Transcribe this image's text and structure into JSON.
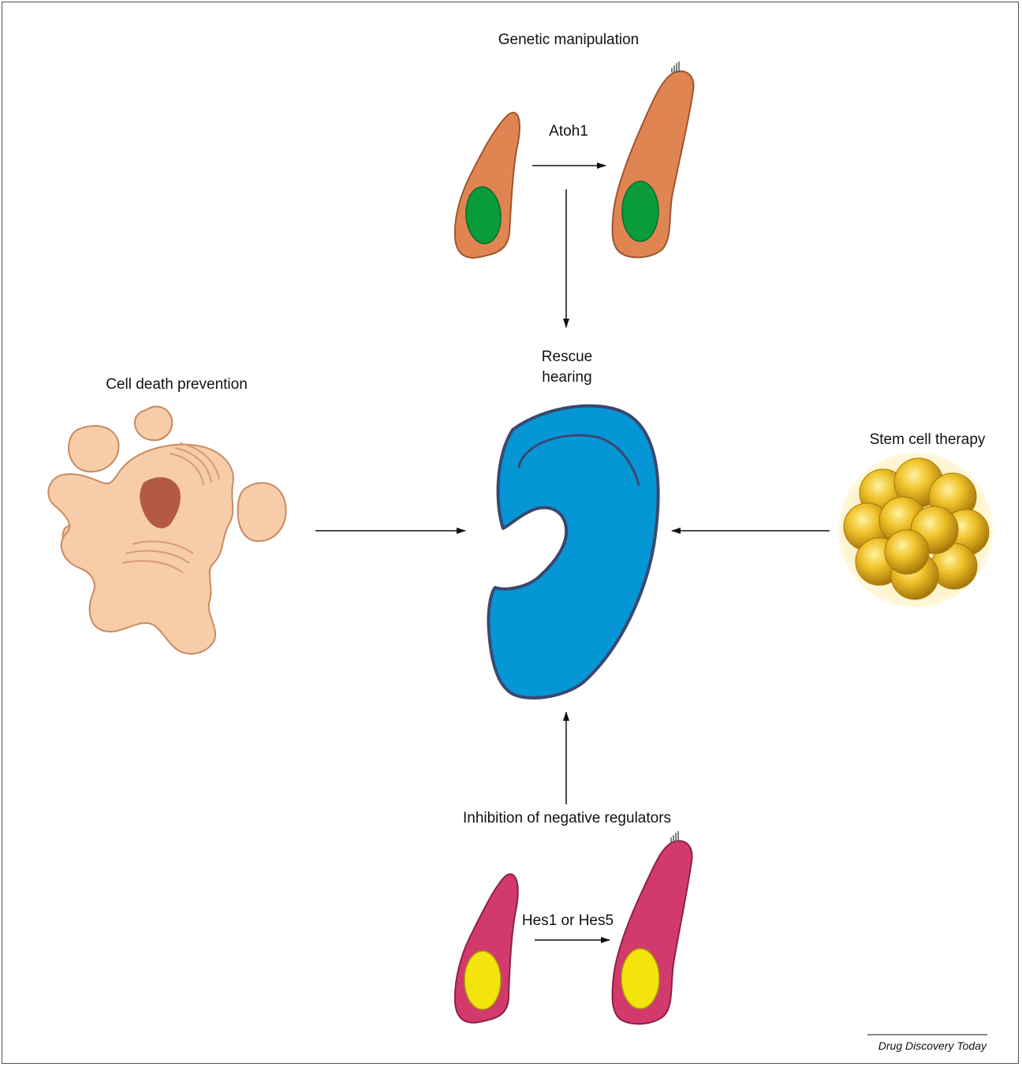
{
  "labels": {
    "genetic_manipulation": "Genetic manipulation",
    "atoh1": "Atoh1",
    "rescue_line1": "Rescue",
    "rescue_line2": "hearing",
    "cell_death_prevention": "Cell death prevention",
    "stem_cell_therapy": "Stem cell therapy",
    "inhibition": "Inhibition of negative regulators",
    "hes": "Hes1 or Hes5"
  },
  "credit": "Drug Discovery Today",
  "colors": {
    "supporting_cell_orange": "#e08552",
    "nucleus_green": "#0a9b3a",
    "supporting_cell_pink": "#d23a6c",
    "nucleus_yellow": "#f2e40c",
    "cochlea_blue": "#0596d6",
    "cochlea_outline": "#3a4870",
    "dying_cell": "#f6cda8",
    "dying_nucleus": "#b45a44",
    "stem_cell_gold": "#e6b31e"
  },
  "icons": [
    "supporting-cell-icon",
    "hair-cell-icon",
    "cochlea-icon",
    "apoptotic-cell-icon",
    "stem-cell-cluster-icon"
  ]
}
